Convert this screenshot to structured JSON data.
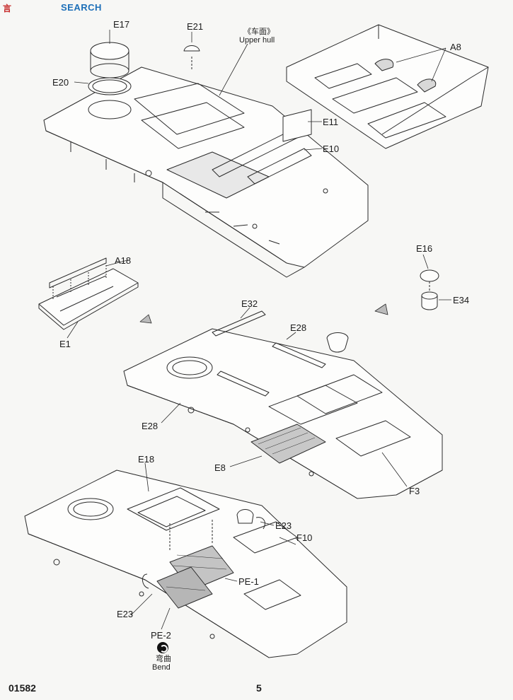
{
  "watermark": {
    "site_chars": "言",
    "search_label": "SEARCH"
  },
  "top_section": {
    "upper_hull_cn": "《车面》",
    "upper_hull_en": "Upper hull",
    "labels": {
      "e17": "E17",
      "e21": "E21",
      "e20": "E20",
      "e11": "E11",
      "e10": "E10",
      "a8": "A8"
    }
  },
  "middle_section": {
    "labels": {
      "e16": "E16",
      "e34": "E34",
      "a18": "A18",
      "e1": "E1",
      "e32": "E32",
      "e28_top": "E28",
      "e28_left": "E28",
      "e8": "E8",
      "f3": "F3"
    }
  },
  "bottom_section": {
    "labels": {
      "e18": "E18",
      "e23_right": "E23",
      "f10": "F10",
      "pe1": "PE-1",
      "e23_left": "E23",
      "pe2": "PE-2"
    },
    "bend_cn": "弯曲",
    "bend_en": "Bend"
  },
  "footer": {
    "kit_number": "01582",
    "page_number": "5"
  }
}
